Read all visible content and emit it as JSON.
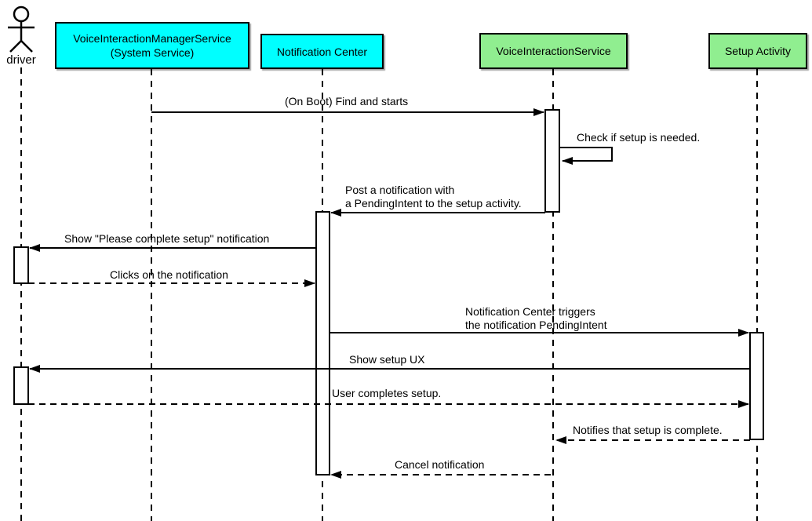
{
  "participants": [
    {
      "id": "driver",
      "label": "driver",
      "type": "actor",
      "color": "#FFFFFF"
    },
    {
      "id": "vims",
      "label": "VoiceInteractionManagerService\n(System Service)",
      "type": "box",
      "color": "#00FFFF"
    },
    {
      "id": "notification-center",
      "label": "Notification Center",
      "type": "box",
      "color": "#00FFFF"
    },
    {
      "id": "voice-interaction-service",
      "label": "VoiceInteractionService",
      "type": "box",
      "color": "#90EE90"
    },
    {
      "id": "setup-activity",
      "label": "Setup Activity",
      "type": "box",
      "color": "#90EE90"
    }
  ],
  "messages": [
    {
      "label": "(On Boot) Find and starts",
      "from": "vims",
      "to": "voice-interaction-service",
      "style": "solid"
    },
    {
      "label": "Check if setup is needed.",
      "from": "voice-interaction-service",
      "to": "voice-interaction-service",
      "style": "solid-self"
    },
    {
      "label": "Post a notification with\na PendingIntent to the setup activity.",
      "from": "voice-interaction-service",
      "to": "notification-center",
      "style": "solid"
    },
    {
      "label": "Show \"Please complete setup\" notification",
      "from": "notification-center",
      "to": "driver",
      "style": "solid"
    },
    {
      "label": "Clicks on the notification",
      "from": "driver",
      "to": "notification-center",
      "style": "dashed"
    },
    {
      "label": "Notification Center triggers\nthe notification PendingIntent",
      "from": "notification-center",
      "to": "setup-activity",
      "style": "solid"
    },
    {
      "label": "Show setup UX",
      "from": "setup-activity",
      "to": "driver",
      "style": "solid"
    },
    {
      "label": "User completes setup.",
      "from": "driver",
      "to": "setup-activity",
      "style": "dashed"
    },
    {
      "label": "Notifies that setup is complete.",
      "from": "setup-activity",
      "to": "voice-interaction-service",
      "style": "dashed"
    },
    {
      "label": "Cancel notification",
      "from": "voice-interaction-service",
      "to": "notification-center",
      "style": "dashed"
    }
  ],
  "colors": {
    "line": "#000000",
    "background": "#FFFFFF",
    "activation_fill": "#FFFFFF",
    "cyan_participant": "#00FFFF",
    "green_participant": "#90EE90"
  }
}
